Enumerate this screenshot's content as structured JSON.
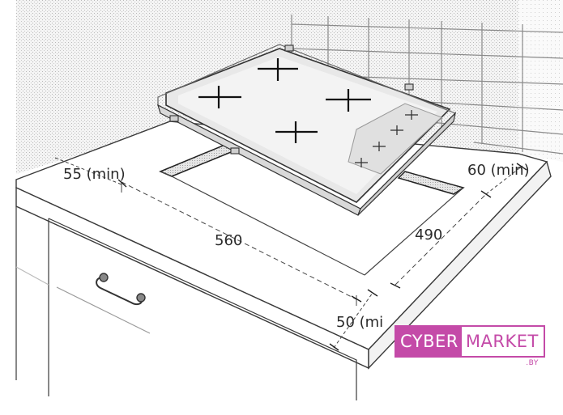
{
  "dimensions": {
    "left_clearance": "55 (min)",
    "right_clearance": "60 (min)",
    "cutout_width": "560",
    "cutout_depth": "490",
    "front_clearance": "50 (mi"
  },
  "watermark": {
    "brand_left": "CYBER",
    "brand_right": "MARKET",
    "suffix": ".BY",
    "color": "#c44aa8"
  }
}
